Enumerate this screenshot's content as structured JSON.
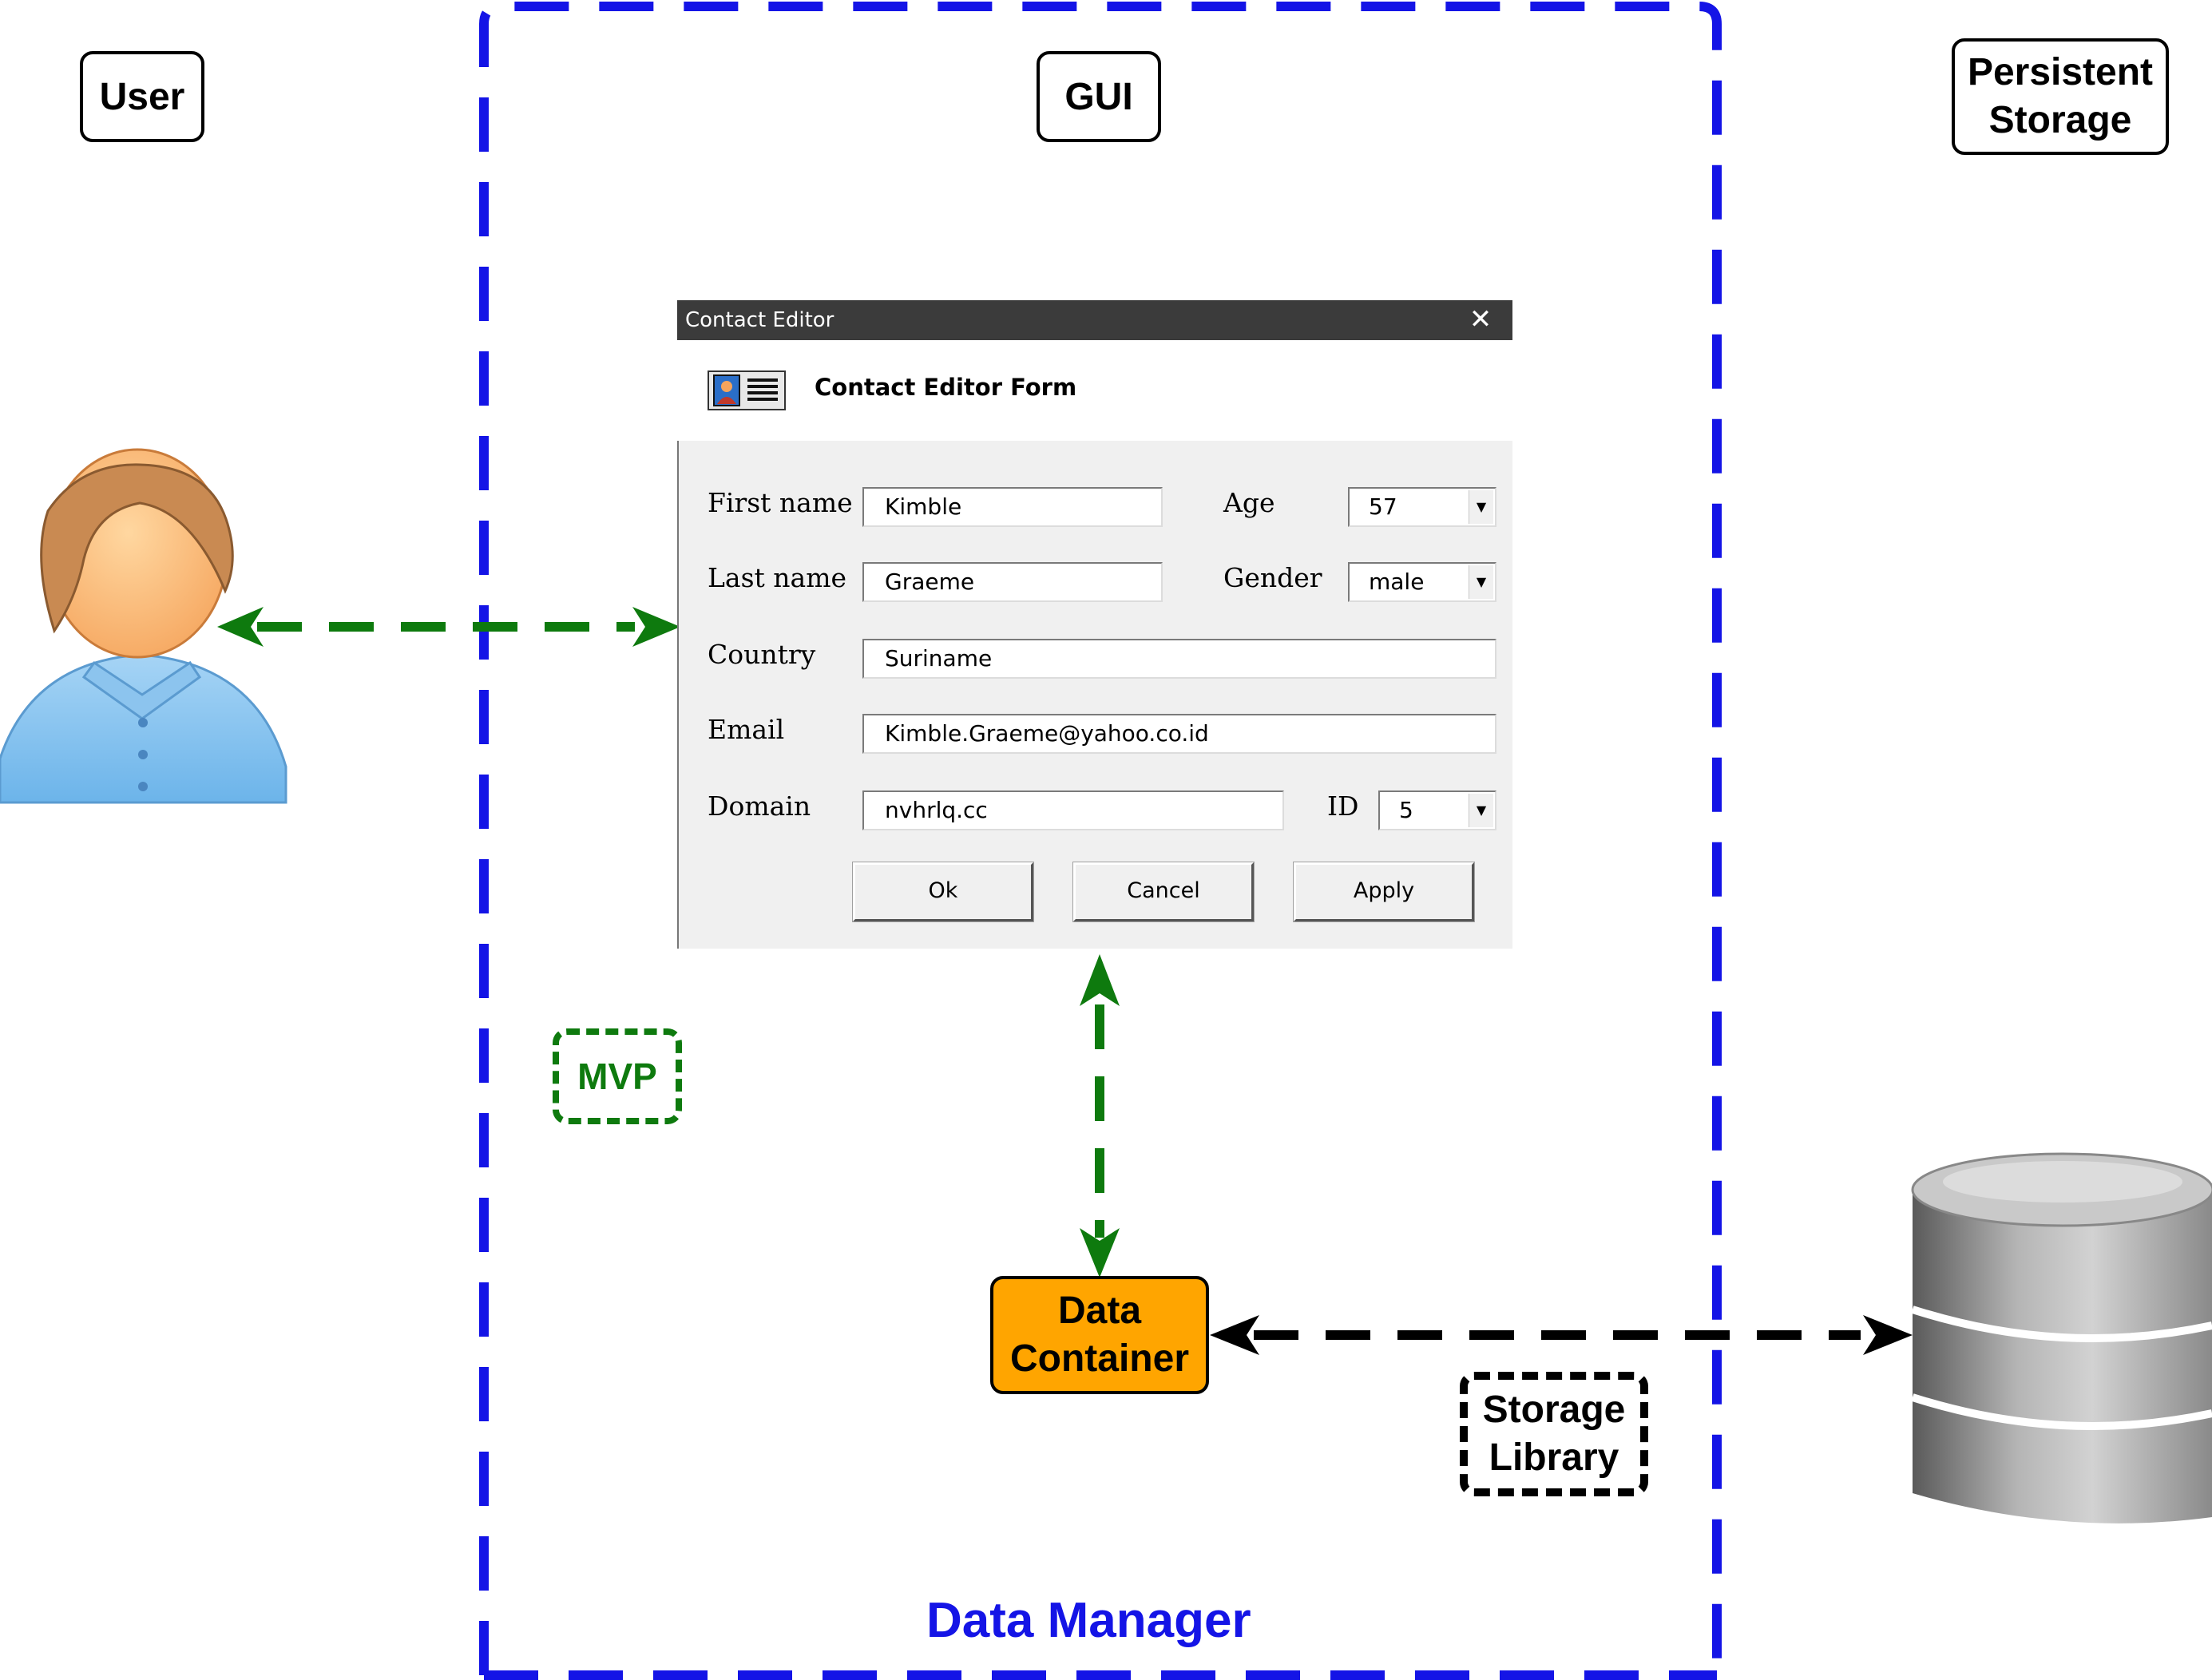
{
  "labels": {
    "user": "User",
    "gui": "GUI",
    "persistent_storage": [
      "Persistent",
      "Storage"
    ],
    "mvp": "MVP",
    "data_container": [
      "Data",
      "Container"
    ],
    "storage_library": [
      "Storage",
      "Library"
    ],
    "data_manager": "Data Manager"
  },
  "dialog": {
    "window_title": "Contact Editor",
    "form_title": "Contact Editor Form",
    "fields": {
      "first_name": {
        "label": "First name",
        "value": "Kimble"
      },
      "last_name": {
        "label": "Last name",
        "value": "Graeme"
      },
      "country": {
        "label": "Country",
        "value": "Suriname"
      },
      "email": {
        "label": "Email",
        "value": "Kimble.Graeme@yahoo.co.id"
      },
      "domain": {
        "label": "Domain",
        "value": "nvhrlq.cc"
      },
      "age": {
        "label": "Age",
        "value": "57"
      },
      "gender": {
        "label": "Gender",
        "value": "male"
      },
      "id": {
        "label": "ID",
        "value": "5"
      }
    },
    "buttons": {
      "ok": "Ok",
      "cancel": "Cancel",
      "apply": "Apply"
    }
  },
  "colors": {
    "boundary": "#1414e6",
    "mvp_arrows": "#0e7a0e",
    "storage_arrow": "#000000",
    "data_container_fill": "#ffa500",
    "data_manager_text": "#1414e6"
  },
  "icons": [
    "user-avatar-icon",
    "database-icon",
    "contact-card-icon",
    "close-icon",
    "dropdown-arrow-icon"
  ]
}
